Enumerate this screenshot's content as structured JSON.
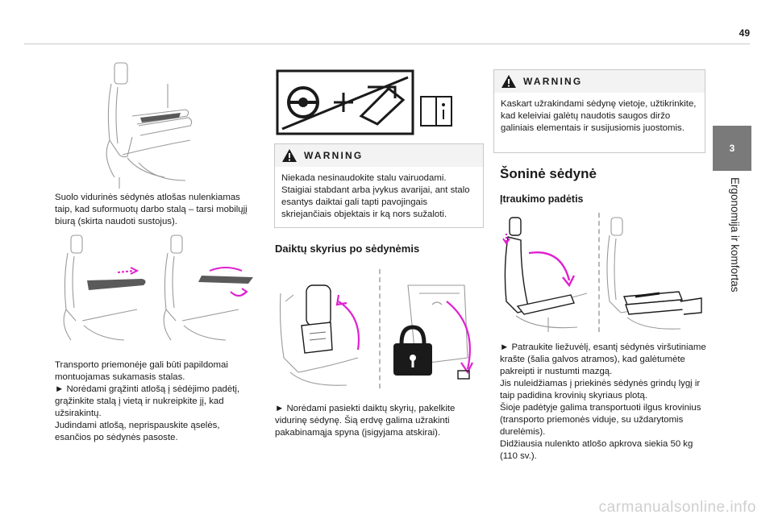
{
  "page": {
    "number": "49"
  },
  "side": {
    "chapter_number": "3",
    "chapter_title": "Ergonomija ir komfortas"
  },
  "col1": {
    "caption1": "Suolo vidurinės sėdynės atlošas nulenkiamas taip, kad suformuotų darbo stalą – tarsi mobilųjį biurą (skirta naudoti sustojus).",
    "p1": "Transporto priemonėje gali būti papildomai montuojamas sukamasis stalas.",
    "p2": "► Norėdami grąžinti atlošą į sėdėjimo padėtį, grąžinkite stalą į vietą ir nukreipkite jį, kad užsirakintų.",
    "p3": "Judindami atlošą, neprispauskite ąselės, esančios po sėdynės pasoste."
  },
  "col2": {
    "warning_title": "WARNING",
    "warning_text": "Niekada nesinaudokite stalu vairuodami. Staigiai stabdant arba įvykus avarijai, ant stalo esantys daiktai gali tapti pavojingais skriejančiais objektais ir ką nors sužaloti.",
    "heading": "Daiktų skyrius po sėdynėmis",
    "caption": "► Norėdami pasiekti daiktų skyrių, pakelkite vidurinę sėdynę. Šią erdvę galima užrakinti pakabinamąja spyna (įsigyjama atskirai)."
  },
  "col3": {
    "warning_title": "WARNING",
    "warning_text": "Kaskart užrakindami sėdynę vietoje, užtikrinkite, kad keleiviai galėtų naudotis saugos diržo galiniais elementais ir susijusiomis juostomis.",
    "heading": "Šoninė sėdynė",
    "subheading": "Įtraukimo padėtis",
    "p1": "► Patraukite liežuvėlį, esantį sėdynės viršutiniame krašte (šalia galvos atramos), kad galėtumėte pakreipti ir nustumti mazgą.",
    "p2": "Jis nuleidžiamas į priekinės sėdynės grindų lygį ir taip padidina krovinių skyriaus plotą.",
    "p3": "Šioje padėtyje galima transportuoti ilgus krovinius (transporto priemonės viduje, su uždarytomis durelėmis).",
    "p4": "Didžiausia nulenkto atlošo apkrova siekia 50 kg (110 sv.)."
  },
  "watermark": "carmanualsonline.info",
  "colors": {
    "accent": "#e020d0",
    "warning_triangle": "#1a1a1a",
    "tab": "#7a7a7a"
  }
}
